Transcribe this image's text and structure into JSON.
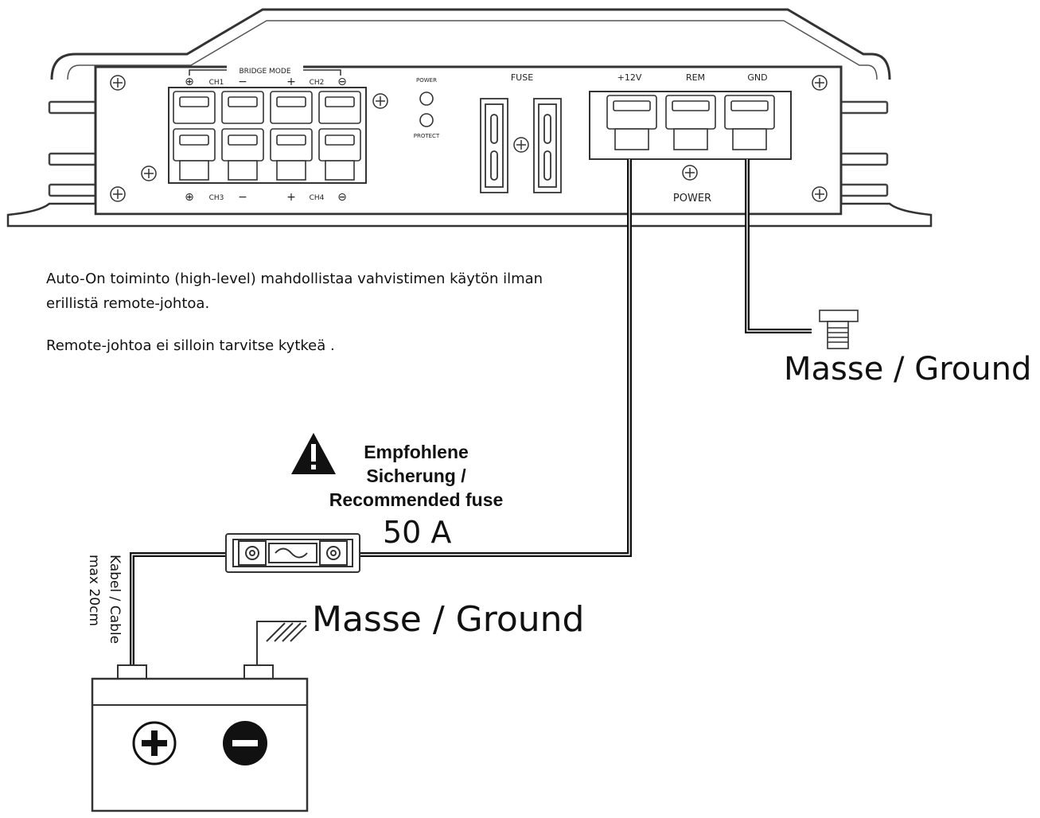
{
  "amplifier": {
    "bridge_mode": "BRIDGE MODE",
    "ch1": "CH1",
    "ch2": "CH2",
    "ch3": "CH3",
    "ch4": "CH4",
    "plus": "+",
    "minus": "−",
    "plus_circle": "⊕",
    "minus_circle": "⊖",
    "power_led": "POWER",
    "protect_led": "PROTECT",
    "fuse": "FUSE",
    "plus12v": "+12V",
    "rem": "REM",
    "gnd": "GND",
    "power_block": "POWER"
  },
  "note": {
    "line1": "Auto-On toiminto (high-level) mahdollistaa vahvistimen käytön ilman",
    "line2": "erillistä remote-johtoa.",
    "line3": "Remote-johtoa ei silloin tarvitse kytkeä ."
  },
  "ground_label_amp": "Masse / Ground",
  "ground_label_battery": "Masse / Ground",
  "fuse_info": {
    "line1": "Empfohlene",
    "line2": "Sicherung /",
    "line3": "Recommended fuse",
    "value": "50 A"
  },
  "cable_note": {
    "line1": "Kabel / Cable",
    "line2": "max 20cm"
  },
  "battery": {
    "plus_symbol": "+",
    "minus_symbol": "−"
  }
}
